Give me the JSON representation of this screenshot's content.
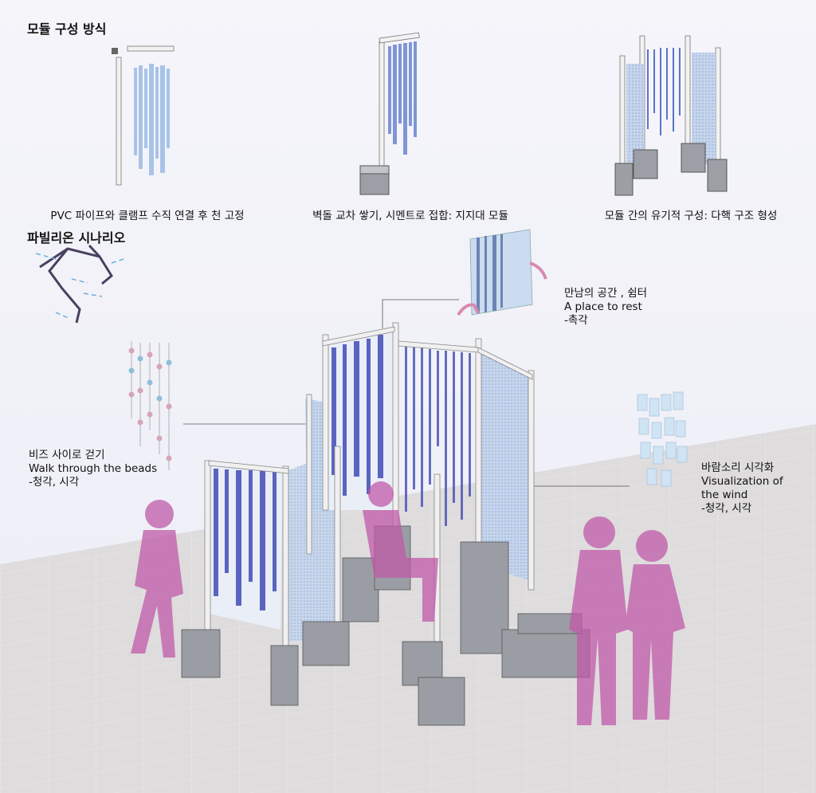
{
  "section1": {
    "title": "모듈 구성 방식",
    "captions": [
      "PVC 파이프와 클램프 수직 연결 후 천 고정",
      "벽돌 교차 쌓기, 시멘트로 접합: 지지대 모듈",
      "모듈 간의 유기적 구성:  다핵 구조 형성"
    ]
  },
  "section2": {
    "title": "파빌리온 시나리오",
    "annotations": [
      {
        "lines": [
          "만남의 공간 , 쉼터",
          "A place to rest",
          "-촉각"
        ]
      },
      {
        "lines": [
          "비즈 사이로 걷기",
          "Walk through the beads",
          "-청각, 시각"
        ]
      },
      {
        "lines": [
          "바람소리 시각화",
          "Visualization of",
          "the wind",
          "-청각, 시각"
        ]
      }
    ]
  },
  "colors": {
    "fabric": "#5b63c0",
    "light_fabric": "#c9dcef",
    "people": "#c05aa8",
    "block": "#9a9da3",
    "pipe": "#e8e8e8",
    "floor": "#dcdbdc"
  }
}
